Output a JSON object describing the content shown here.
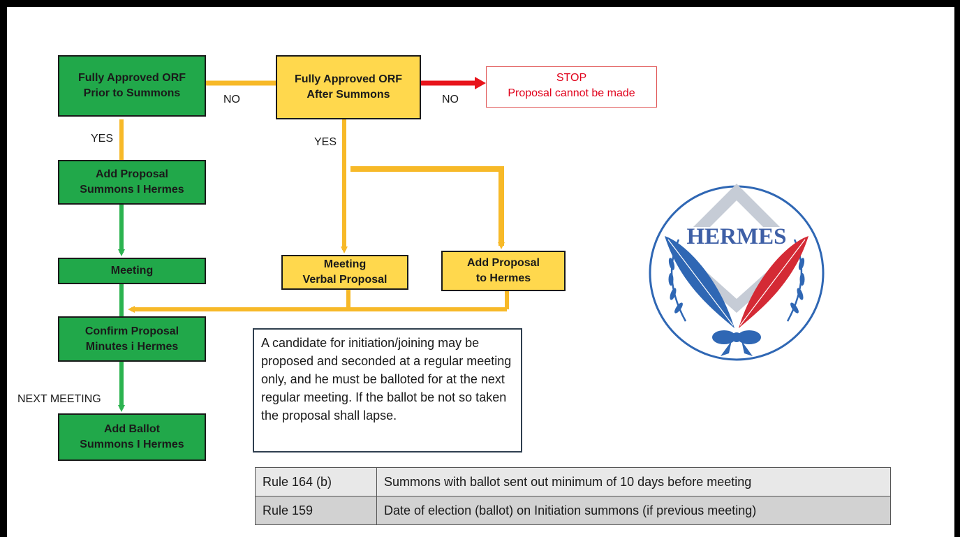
{
  "flowchart": {
    "nodes": {
      "prior_summons": [
        "Fully Approved ORF",
        "Prior to Summons"
      ],
      "after_summons": [
        "Fully Approved ORF",
        "After Summons"
      ],
      "stop": [
        "STOP",
        "Proposal cannot be made"
      ],
      "add_proposal_summons": [
        "Add Proposal",
        "Summons I Hermes"
      ],
      "meeting": [
        "Meeting"
      ],
      "meeting_verbal": [
        "Meeting",
        "Verbal Proposal"
      ],
      "add_to_hermes": [
        "Add Proposal",
        "to Hermes"
      ],
      "confirm": [
        "Confirm Proposal",
        "Minutes i Hermes"
      ],
      "add_ballot": [
        "Add Ballot",
        "Summons I Hermes"
      ]
    },
    "edge_labels": {
      "no_1": "NO",
      "no_2": "NO",
      "yes_1": "YES",
      "yes_2": "YES",
      "next_meeting": "NEXT MEETING"
    }
  },
  "note": "A candidate for initiation/joining may be proposed and seconded at a regular meeting only, and he must be balloted for at the next regular meeting. If the ballot be not so taken the proposal shall lapse.",
  "rules_table": [
    {
      "rule": "Rule 164 (b)",
      "text": "Summons with ballot sent out minimum of 10 days before meeting"
    },
    {
      "rule": "Rule 159",
      "text": "Date of election (ballot) on Initiation summons (if previous meeting)"
    }
  ],
  "logo": {
    "text": "HERMES"
  },
  "colors": {
    "green": "#21a84a",
    "yellow": "#ffd84d",
    "connector_orange": "#f7b928",
    "connector_green": "#2bb34f",
    "arrow_red": "#e8141b",
    "stop_text": "#e0001a",
    "logo_blue": "#2f67b4",
    "logo_red": "#d42a35",
    "logo_text": "#3e5fa6",
    "chevron_grey": "#c6ccd6"
  }
}
